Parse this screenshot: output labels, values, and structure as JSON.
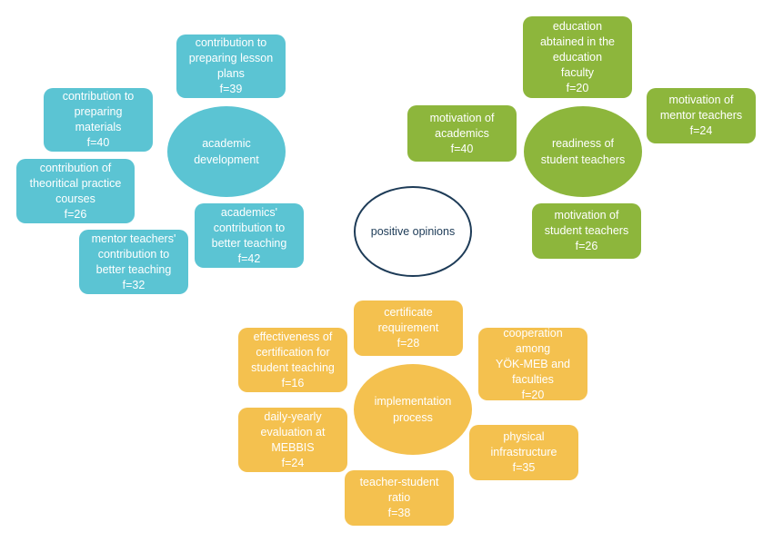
{
  "center": {
    "label": "positive opinions"
  },
  "academic": {
    "hub": "academic\ndevelopment",
    "color": "#5bc4d3",
    "items": [
      "contribution to\npreparing lesson\nplans\nf=39",
      "contribution to\npreparing\nmaterials\nf=40",
      "contribution of\ntheoritical practice\ncourses\nf=26",
      "academics'\ncontribution to\nbetter teaching\nf=42",
      "mentor teachers'\ncontribution to\nbetter teaching\nf=32"
    ]
  },
  "readiness": {
    "hub": "readiness of\nstudent teachers",
    "color": "#8db63c",
    "items": [
      "education\nabtained in the\neducation\nfaculty\nf=20",
      "motivation of\nacademics\nf=40",
      "motivation of\nmentor teachers\nf=24",
      "motivation of\nstudent teachers\nf=26"
    ]
  },
  "implementation": {
    "hub": "implementation\nprocess",
    "color": "#f4c14f",
    "items": [
      "certificate\nrequirement\nf=28",
      "effectiveness of\ncertification for\nstudent teaching\nf=16",
      "cooperation\namong\nYÖK-MEB and\nfaculties\nf=20",
      "daily-yearly\nevaluation at\nMEBBIS\nf=24",
      "physical\ninfrastructure\nf=35",
      "teacher-student\nratio\nf=38"
    ]
  }
}
